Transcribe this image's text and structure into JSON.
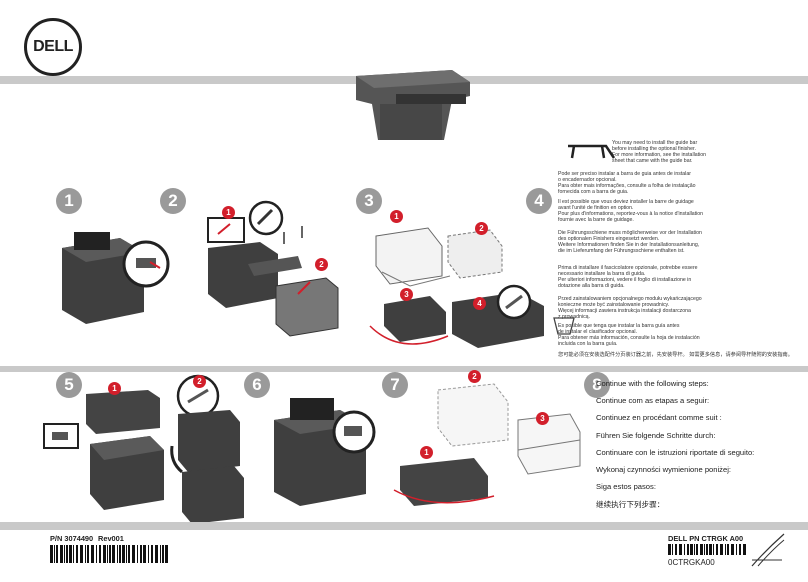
{
  "brand": "DELL",
  "steps": [
    "1",
    "2",
    "3",
    "4",
    "5",
    "6",
    "7",
    "8"
  ],
  "guide_note_en": "You may need to install the guide bar\nbefore installing the optional finisher.\nFor more information, see the installation\nsheet that came with the guide bar.",
  "guide_notes": [
    "Pode ser preciso instalar a barra de guia antes de instalar\no encadernador opcional.\nPara obter mais informações, consulte a folha de instalação\nfornecida com a barra de guia.",
    "Il est possible que vous deviez installer la barre de guidage\navant l'unité de finition en option.\nPour plus d'informations, reportez-vous à la notice d'installation\nfournie avec la barre de guidage.",
    "Die Führungsschiene muss möglicherweise vor der Installation\ndes optionalen Finishers eingesetzt werden.\nWeitere Informationen finden Sie in der Installationsanleitung,\ndie im Lieferumfang der Führungsschiene enthalten ist.",
    "Prima di installare il fascicolatore opzionale, potrebbe essere\nnecessario installare la barra di guida.\nPer ulteriori informazioni, vedere il foglio di installazione in\ndotazione alla barra di guida.",
    "Przed zainstalowaniem opcjonalnego modułu wykańczającego\nkonieczne może być zainstalowanie prowadnicy.\nWięcej informacji zawiera instrukcja instalacji dostarczona\nz prowadnicą.",
    "Es posible que tenga que instalar la barra guía antes\nde instalar el clasificador opcional.\nPara obtener más información, consulte la hoja de instalación\nincluida con la barra guía.",
    "您可能必须在安装选配件分页装订器之前，先安装导杆。 如需更多信息，请参阅导杆随附的安装指南。"
  ],
  "continue_steps": [
    "Continue with the following steps:",
    "Continue com as etapas a seguir:",
    "Continuez en procédant comme suit :",
    "Führen Sie folgende Schritte durch:",
    "Continuare con le istruzioni riportate di seguito:",
    "Wykonaj czynności wymienione poniżej:",
    "Siga estos pasos:",
    "继续执行下列步骤："
  ],
  "callouts": [
    "1",
    "2",
    "1",
    "2",
    "3",
    "4",
    "1",
    "2",
    "1",
    "2",
    "3"
  ],
  "footer": {
    "part_number": "P/N 3074490",
    "revision": "Rev001",
    "dell_pn": "DELL PN CTRGK A00",
    "dell_pn_small": "0CTRGKA00"
  }
}
